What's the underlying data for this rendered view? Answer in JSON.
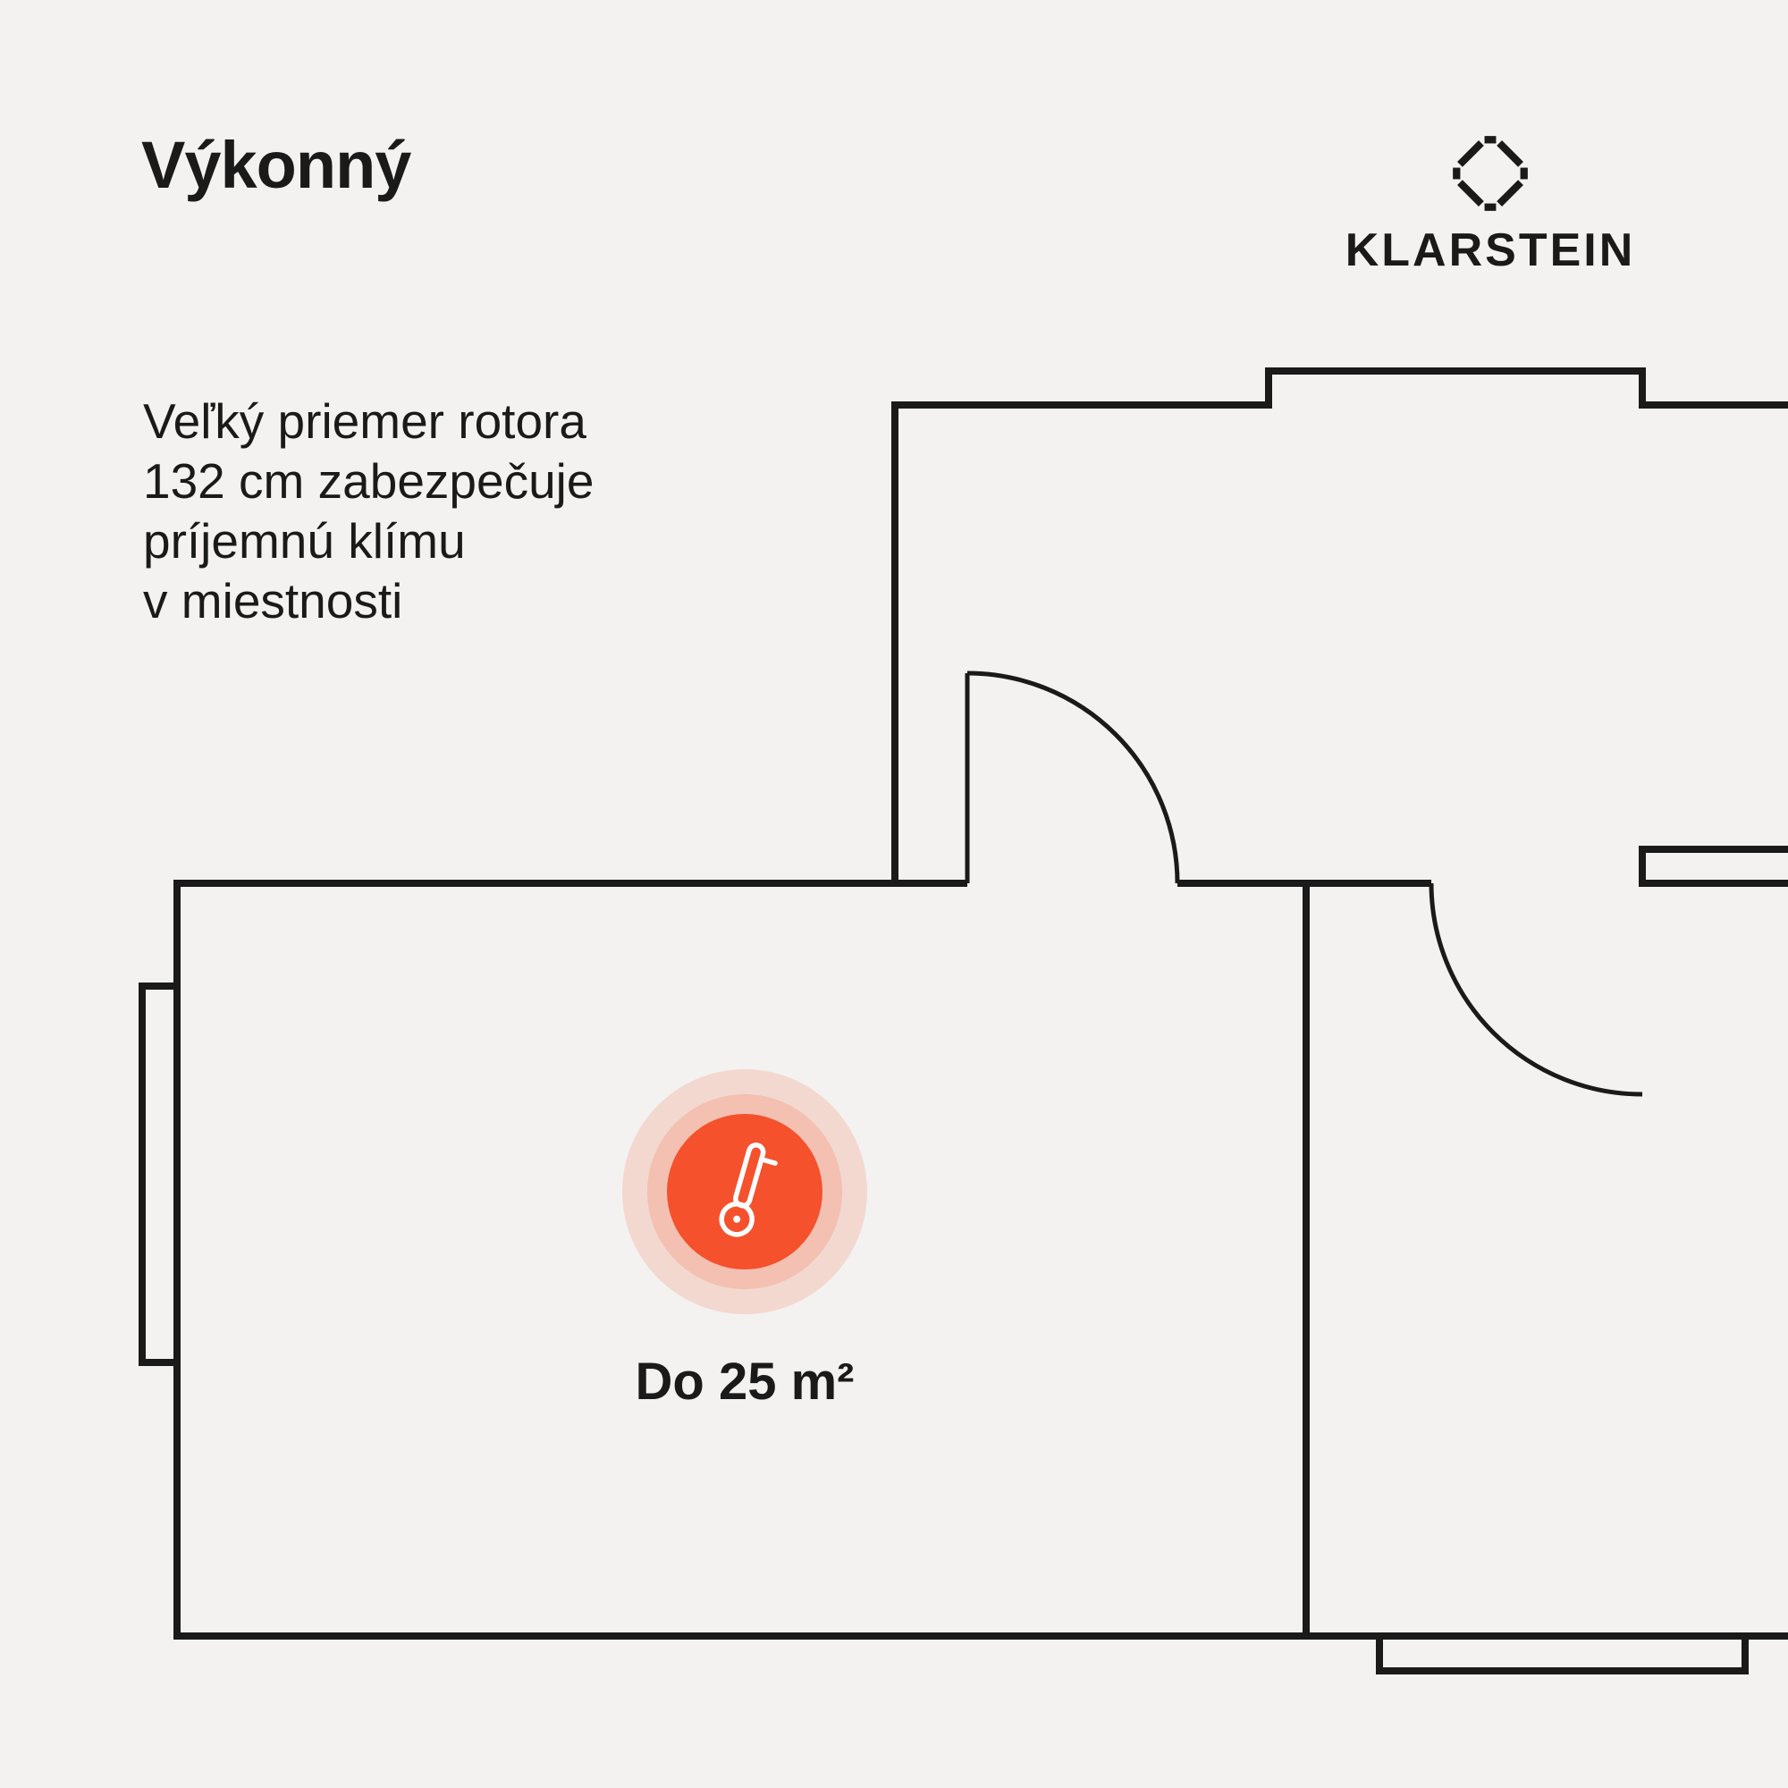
{
  "meta": {
    "background_color": "#F3F2F0",
    "text_color": "#1A1A1A"
  },
  "header": {
    "title": "Výkonný",
    "brand": {
      "name": "KLARSTEIN",
      "logo_icon": "diamond-gem-logo-icon",
      "color": "#1A1A1A"
    }
  },
  "description": {
    "lines": [
      "Veľký priemer rotora",
      "132 cm zabezpečuje",
      "príjemnú klímu",
      "v miestnosti"
    ]
  },
  "floorplan": {
    "wall_color": "#1A1A1A",
    "coverage": {
      "icon": "thermometer-icon",
      "label": "Do 25 m²",
      "accent_color": "#F4512C",
      "icon_color": "#FFFFFF"
    }
  }
}
